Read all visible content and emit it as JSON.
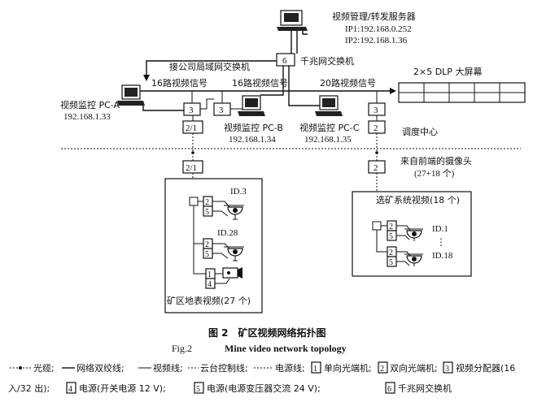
{
  "server": {
    "title": "视频管理/转发服务器",
    "ip1": "IP1:192.168.0.252",
    "ip2": "IP2:192.168.1.36"
  },
  "switch": {
    "num": "6",
    "label": "千兆网交换机"
  },
  "lan_label": "接公司局域网交换机",
  "signals": {
    "left1": "16路视频信号",
    "left2": "16路视频信号",
    "right": "20路视频信号"
  },
  "dlp": {
    "label": "2×5 DLP 大屏幕"
  },
  "pcs": {
    "a": {
      "name": "视频监控 PC-A",
      "ip": "192.168.1.33"
    },
    "b": {
      "name": "视频监控 PC-B",
      "ip": "192.168.1.34"
    },
    "c": {
      "name": "视频监控 PC-C",
      "ip": "192.168.1.35"
    }
  },
  "boxes": {
    "dist1": "3",
    "dist2": "3",
    "dist3": "3",
    "rx1": "2/1",
    "tx1": "2/1",
    "rx2": "2",
    "tx2": "2"
  },
  "dispatch_center": "调度中心",
  "from_cameras": "来自前端的摄像头",
  "camera_count": "(27+18 个)",
  "left_site": {
    "id3": "ID.3",
    "id28": "ID.28",
    "m2a": "2",
    "m5a": "5",
    "m2b": "2",
    "m5b": "5",
    "m1": "1",
    "m4": "4",
    "caption": "矿区地表视频(27 个)"
  },
  "right_site": {
    "title": "选矿系统视频(18 个)",
    "id1": "ID.1",
    "dots": "⋮",
    "id18": "ID.18",
    "m2a": "2",
    "m5a": "5",
    "m2b": "2",
    "m5b": "5"
  },
  "figure": {
    "cn": "图 2　矿区视频网络拓扑图",
    "en_label": "Fig.2",
    "en_title": "Mine video network topology"
  },
  "legend": {
    "l1": "光缆;",
    "l2": "网络双绞线;",
    "l3": "视频线;",
    "l4": "云台控制线;",
    "l5": "电源线;",
    "n1": "1",
    "t1": "单向光端机;",
    "n2": "2",
    "t2": "双向光端机;",
    "n3": "3",
    "t3": "视频分配器(16",
    "t3b": "入/32 出);",
    "n4": "4",
    "t4": "电源(开关电源 12 V);",
    "n5": "5",
    "t5": "电源(电源变压器交流 24 V);",
    "n6": "6",
    "t6": "千兆网交换机"
  }
}
